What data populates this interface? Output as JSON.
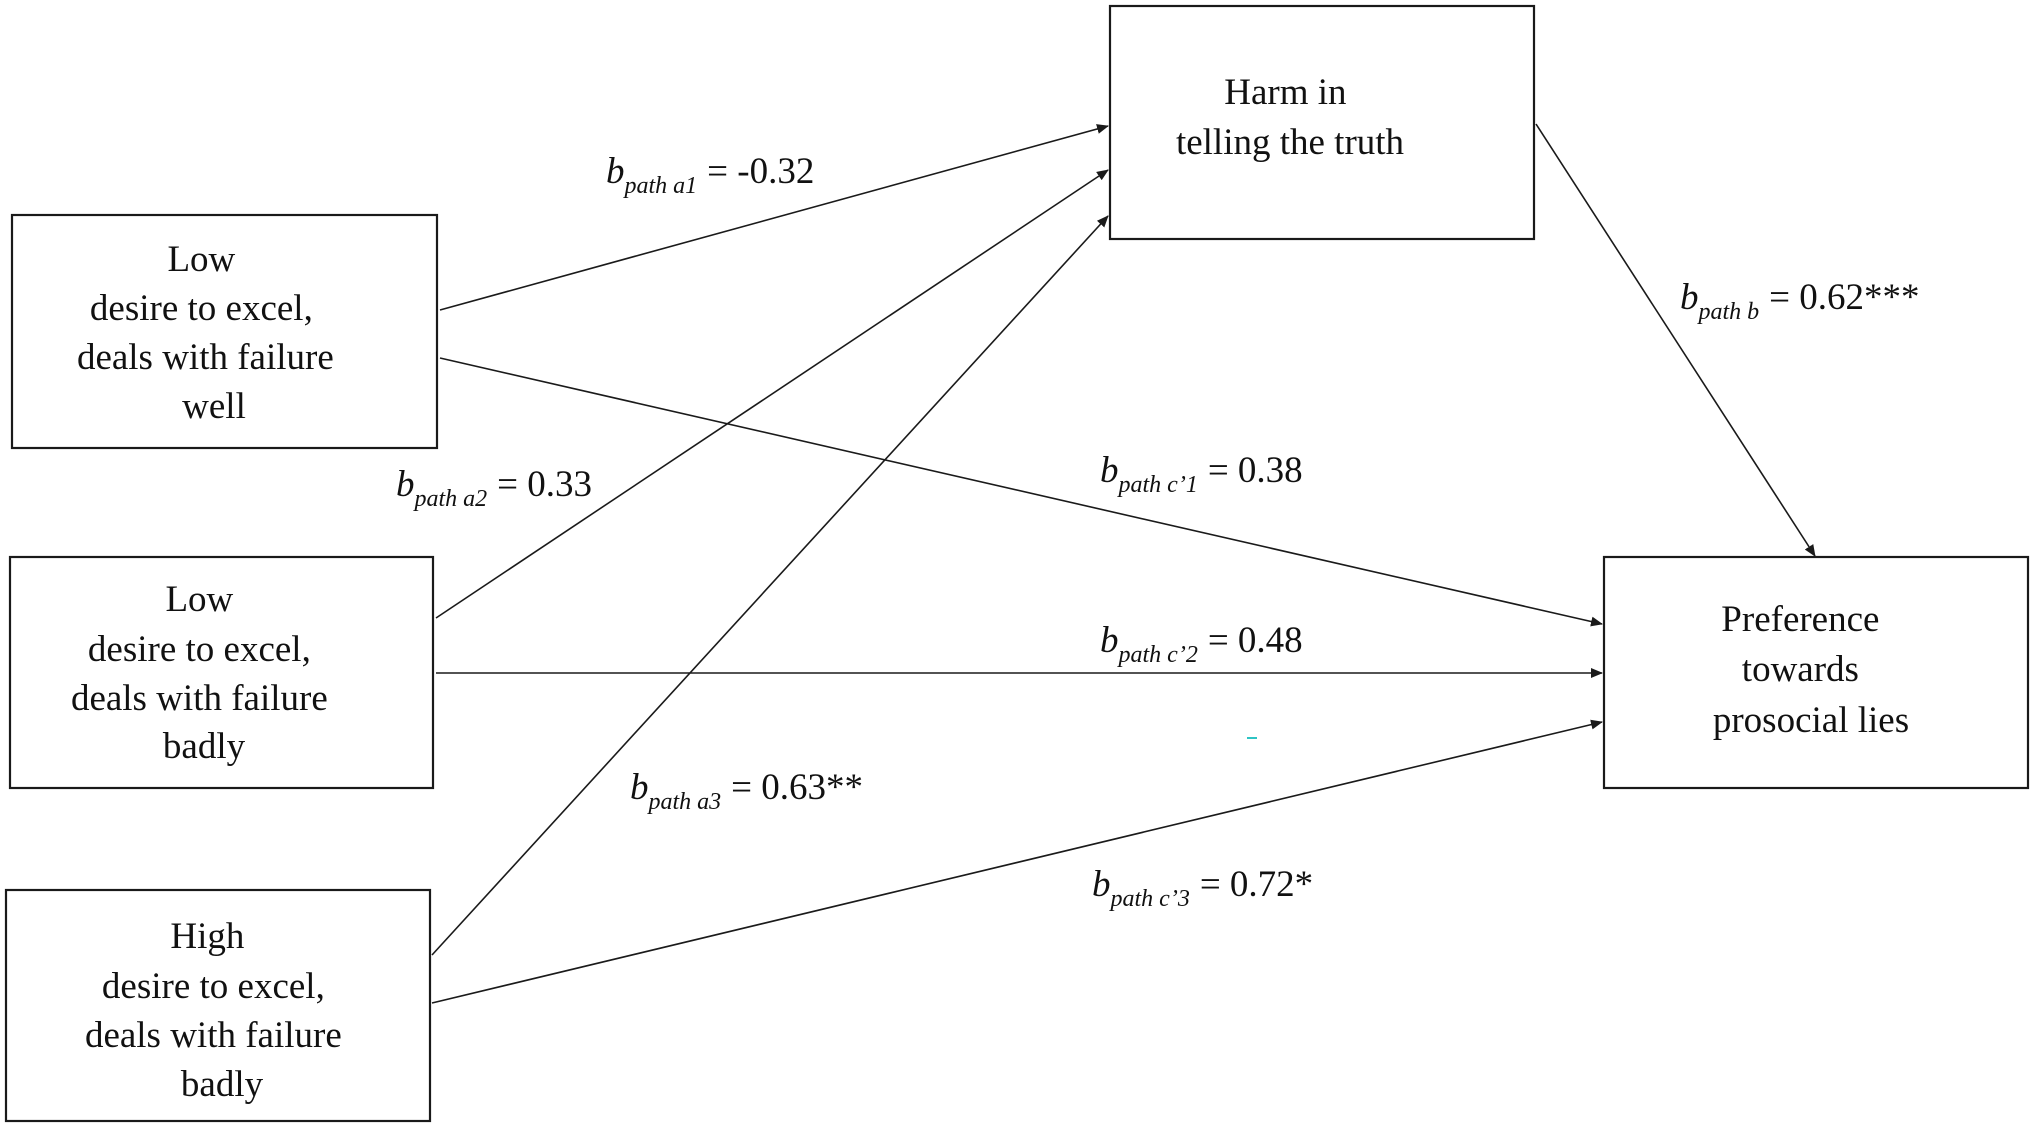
{
  "nodes": {
    "harm": {
      "lines": [
        "Harm in",
        "telling the truth"
      ]
    },
    "low_well": {
      "lines": [
        "Low",
        "desire to excel,",
        "deals with failure",
        "well"
      ]
    },
    "low_badly": {
      "lines": [
        "Low",
        "desire to excel,",
        "deals with failure",
        "badly"
      ]
    },
    "high_badly": {
      "lines": [
        "High",
        "desire to excel,",
        "deals with failure",
        "badly"
      ]
    },
    "outcome": {
      "lines": [
        "Preference",
        "towards",
        "prosocial lies"
      ]
    }
  },
  "paths": {
    "a1": {
      "symbol": "b",
      "subscript": "path a1",
      "value": "= -0.32"
    },
    "a2": {
      "symbol": "b",
      "subscript": "path a2",
      "value": "= 0.33"
    },
    "a3": {
      "symbol": "b",
      "subscript": "path a3",
      "value": "= 0.63**"
    },
    "b": {
      "symbol": "b",
      "subscript": "path b",
      "value": "= 0.62***"
    },
    "c1": {
      "symbol": "b",
      "subscript": "path c’1",
      "value": "= 0.38"
    },
    "c2": {
      "symbol": "b",
      "subscript": "path c’2",
      "value": "= 0.48"
    },
    "c3": {
      "symbol": "b",
      "subscript": "path c’3",
      "value": "= 0.72*"
    }
  },
  "colors": {
    "stroke": "#1a1a1a",
    "text": "#111111",
    "background": "#ffffff",
    "stray_mark": "#2ec4c4"
  }
}
